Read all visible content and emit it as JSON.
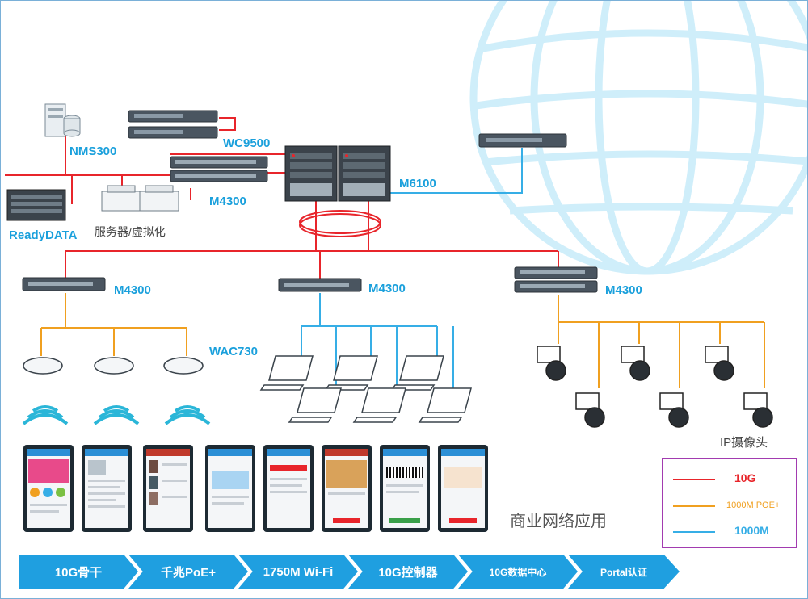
{
  "labels": {
    "nms": "NMS300",
    "wc": "WC9500",
    "m6100": "M6100",
    "m4300_core": "M4300",
    "readydata": "ReadyDATA",
    "servers": "服务器/虚拟化",
    "m4300_left": "M4300",
    "m4300_mid": "M4300",
    "m4300_right": "M4300",
    "wac": "WAC730",
    "ipcam": "IP摄像头",
    "apps": "商业网络应用"
  },
  "legend": [
    {
      "label": "10G",
      "color": "#e8252b"
    },
    {
      "label": "1000M POE+",
      "color": "#f0a020"
    },
    {
      "label": "1000M",
      "color": "#36aee6"
    }
  ],
  "features": [
    "10G骨干",
    "千兆PoE+",
    "1750M Wi-Fi",
    "10G控制器",
    "10G数据中心",
    "Portal认证"
  ],
  "colors": {
    "red": "#e8252b",
    "orange": "#f0a020",
    "blue": "#36aee6",
    "globe": "#cfeefa",
    "chevron": "#1f9fe0"
  }
}
